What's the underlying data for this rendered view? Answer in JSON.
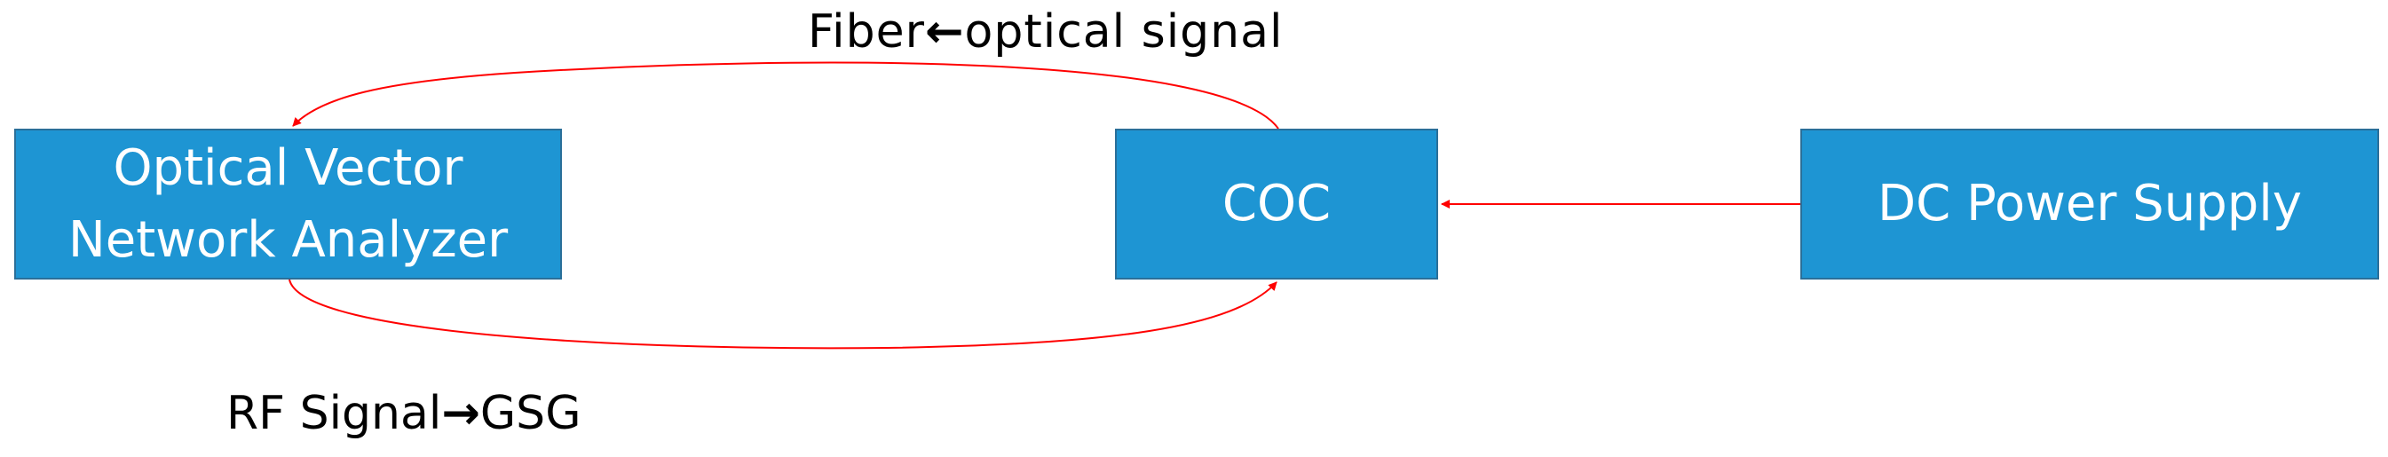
{
  "nodes": {
    "ovna": {
      "label": "Optical Vector\nNetwork Analyzer"
    },
    "coc": {
      "label": "COC"
    },
    "dc": {
      "label": "DC Power Supply"
    }
  },
  "annotations": {
    "fiber": {
      "left": "Fiber",
      "arrow": "←",
      "right": "optical signal"
    },
    "rf": {
      "left": "RF Signal",
      "arrow": "→",
      "right": "GSG"
    }
  },
  "colors": {
    "box_fill": "#1e95d3",
    "box_border": "#2a6f99",
    "connector": "#ff0000",
    "text_on_box": "#ffffff",
    "annotation_text": "#000000"
  }
}
